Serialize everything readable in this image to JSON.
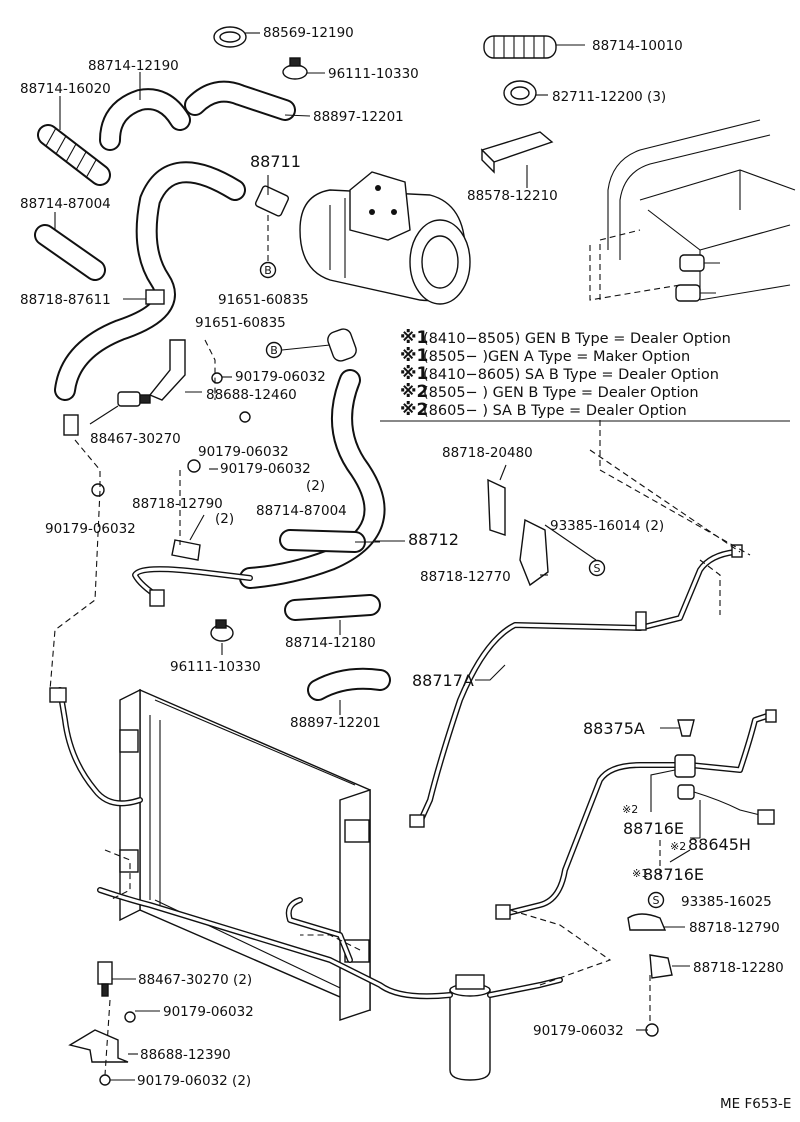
{
  "labels": {
    "p88569_12190": "88569-12190",
    "p96111_10330_top": "96111-10330",
    "p88714_10010": "88714-10010",
    "p82711_12200": "82711-12200 (3)",
    "p88714_12190": "88714-12190",
    "p88714_16020": "88714-16020",
    "p88897_12201_top": "88897-12201",
    "p88711": "88711",
    "p88578_12210": "88578-12210",
    "p88714_87004_top": "88714-87004",
    "p88718_87611": "88718-87611",
    "p91651_60835_a": "91651-60835",
    "p91651_60835_b": "91651-60835",
    "p90179_06032_a": "90179-06032",
    "p88688_12460": "88688-12460",
    "p88467_30270_top": "88467-30270",
    "p90179_06032_b": "90179-06032",
    "p90179_06032_c": "90179-06032",
    "p90179_06032_c_qty": "(2)",
    "p90179_06032_d": "90179-06032",
    "p88718_12790_a": "88718-12790",
    "p88718_12790_a_qty": "(2)",
    "p88714_87004_mid": "88714-87004",
    "p88712": "88712",
    "p88718_20480": "88718-20480",
    "p93385_16014": "93385-16014 (2)",
    "p88718_12770": "88718-12770",
    "p88714_12180": "88714-12180",
    "p96111_10330_bot": "96111-10330",
    "p88717A": "88717A",
    "p88897_12201_bot": "88897-12201",
    "p88375A": "88375A",
    "p88716E_a": "88716E",
    "p88645H": "88645H",
    "p88716E_b": "88716E",
    "p93385_16025": "93385-16025",
    "p88718_12790_b": "88718-12790",
    "p88718_12280": "88718-12280",
    "p88467_30270_bot": "88467-30270 (2)",
    "p90179_06032_e": "90179-06032",
    "p88688_12390": "88688-12390",
    "p90179_06032_f": "90179-06032 (2)",
    "p90179_06032_g": "90179-06032",
    "marker_2": "※2",
    "marker_1": "※1",
    "circle_B": "B",
    "circle_S": "S",
    "doc_code": "ME F653-E"
  },
  "notes": [
    {
      "mark": "※1",
      "text": "(8410−8505) GEN B Type = Dealer Option"
    },
    {
      "mark": "※1",
      "text": "(8505−          )GEN A Type = Maker Option"
    },
    {
      "mark": "※1",
      "text": "(8410−8605) SA B Type = Dealer Option"
    },
    {
      "mark": "※2",
      "text": "(8505−          ) GEN B Type = Dealer Option"
    },
    {
      "mark": "※2",
      "text": "(8605−          ) SA B Type = Dealer Option"
    }
  ]
}
